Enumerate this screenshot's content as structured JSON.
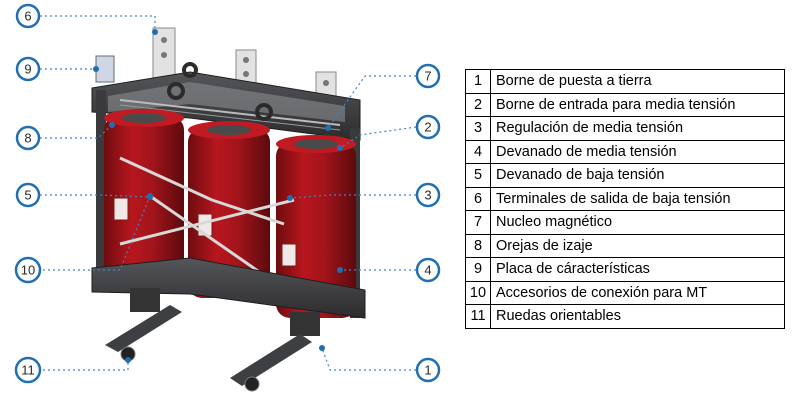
{
  "callouts": [
    {
      "number": "6"
    },
    {
      "number": "9"
    },
    {
      "number": "8"
    },
    {
      "number": "5"
    },
    {
      "number": "10"
    },
    {
      "number": "11"
    },
    {
      "number": "7"
    },
    {
      "number": "2"
    },
    {
      "number": "3"
    },
    {
      "number": "4"
    },
    {
      "number": "1"
    }
  ],
  "legend": [
    {
      "number": "1",
      "text": "Borne de puesta a tierra"
    },
    {
      "number": "2",
      "text": "Borne de entrada para media tensión"
    },
    {
      "number": "3",
      "text": "Regulación de media tensión"
    },
    {
      "number": "4",
      "text": "Devanado de media tensión"
    },
    {
      "number": "5",
      "text": "Devanado de baja tensión"
    },
    {
      "number": "6",
      "text": "Terminales de salida de baja tensión"
    },
    {
      "number": "7",
      "text": "Nucleo magnético"
    },
    {
      "number": "8",
      "text": "Orejas de izaje"
    },
    {
      "number": "9",
      "text": "Placa de cáracterísticas"
    },
    {
      "number": "10",
      "text": "Accesorios de conexión para MT"
    },
    {
      "number": "11",
      "text": "Ruedas orientables"
    }
  ],
  "colors": {
    "coil_red": "#a3141b",
    "frame_dark": "#3a3a3c",
    "callout_blue": "#1f6fb2",
    "busbar_silver": "#dcdcdc"
  }
}
